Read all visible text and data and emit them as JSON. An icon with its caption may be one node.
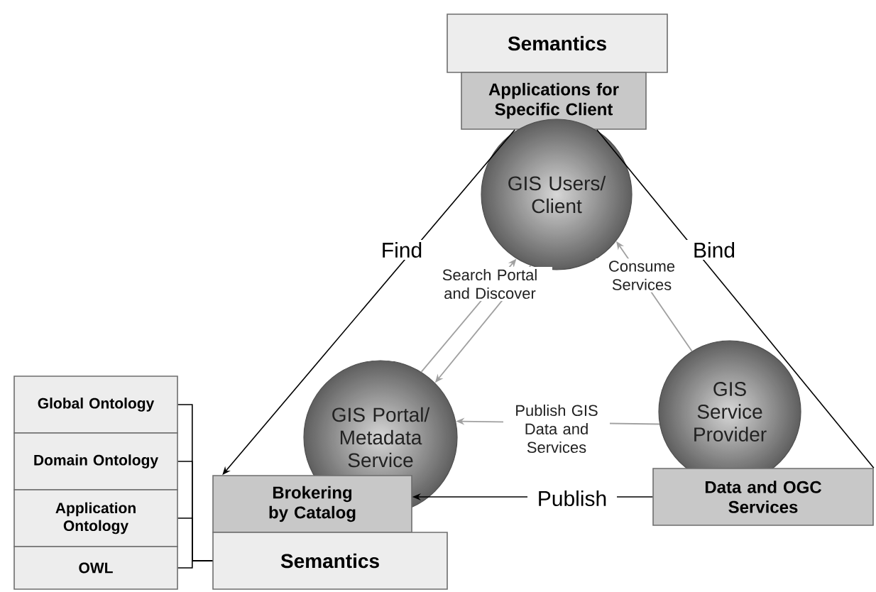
{
  "diagram": {
    "nodes": [
      {
        "text": [
          "Semantics"
        ]
      },
      {
        "text": [
          "Applications for Specific Client"
        ]
      },
      {
        "text": [
          "GIS Users/ Client"
        ]
      },
      {
        "text": [
          "GIS Portal/ Metadata Service"
        ]
      },
      {
        "text": [
          "GIS Service Provider"
        ]
      },
      {
        "text": [
          "Brokering by Catalog"
        ]
      },
      {
        "text": [
          "Semantics"
        ]
      },
      {
        "text": [
          "Data and OGC Services"
        ]
      },
      {
        "text": [
          "Global Ontology"
        ]
      },
      {
        "text": [
          "Domain Ontology"
        ]
      },
      {
        "text": [
          "Application Ontology"
        ]
      },
      {
        "text": [
          "OWL"
        ]
      }
    ],
    "edges": [
      {
        "from": 1,
        "to": 5,
        "arrow": "to",
        "label": "Find"
      },
      {
        "from": 1,
        "to": 7,
        "arrow": "none",
        "label": "Bind"
      },
      {
        "from": 3,
        "to": 2,
        "arrow": "to",
        "color": "#a0a0a0",
        "label": "Search Portal and Discover"
      },
      {
        "from": 2,
        "to": 3,
        "arrow": "to",
        "color": "#a0a0a0"
      },
      {
        "from": 4,
        "to": 2,
        "arrow": "to",
        "color": "#a0a0a0",
        "label": "Consume Services"
      },
      {
        "from": 4,
        "to": 3,
        "arrow": "to",
        "color": "#a0a0a0",
        "label": "Publish GIS Data and Services"
      },
      {
        "from": 7,
        "to": 5,
        "arrow": "to",
        "label": "Publish"
      },
      {
        "from": 8,
        "to": 6,
        "arrow": "none"
      },
      {
        "from": 9,
        "to": 6,
        "arrow": "none"
      },
      {
        "from": 10,
        "to": 6,
        "arrow": "none"
      },
      {
        "from": 11,
        "to": 6,
        "arrow": "none"
      }
    ]
  }
}
